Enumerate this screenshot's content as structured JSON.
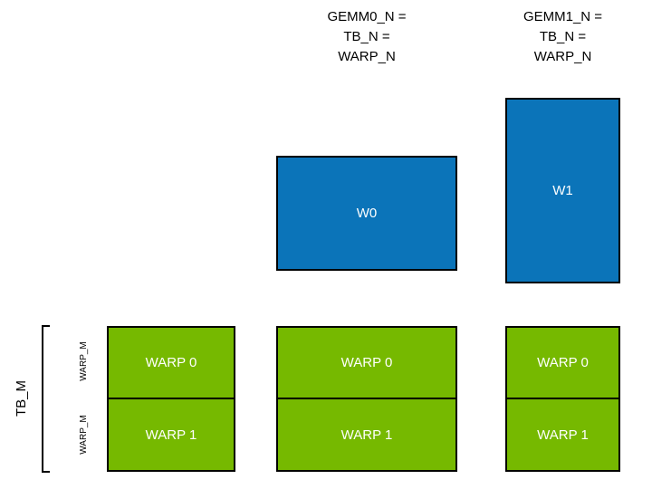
{
  "colors": {
    "blue": "#0B74B9",
    "green": "#76B900",
    "border": "#000000",
    "text_light": "#FFFFFF",
    "text_dark": "#000000"
  },
  "headers": {
    "gemm0": {
      "line1": "GEMM0_N =",
      "line2": "TB_N =",
      "line3": "WARP_N"
    },
    "gemm1": {
      "line1": "GEMM1_N =",
      "line2": "TB_N =",
      "line3": "WARP_N"
    }
  },
  "blue_boxes": {
    "w0": "W0",
    "w1": "W1"
  },
  "left_axis": {
    "tb_m": "TB_M",
    "warp_m_top": "WARP_M",
    "warp_m_bottom": "WARP_M"
  },
  "warp_grid": {
    "col_left": {
      "row0": "WARP 0",
      "row1": "WARP 1"
    },
    "col_middle": {
      "row0": "WARP 0",
      "row1": "WARP 1"
    },
    "col_right": {
      "row0": "WARP 0",
      "row1": "WARP 1"
    }
  }
}
